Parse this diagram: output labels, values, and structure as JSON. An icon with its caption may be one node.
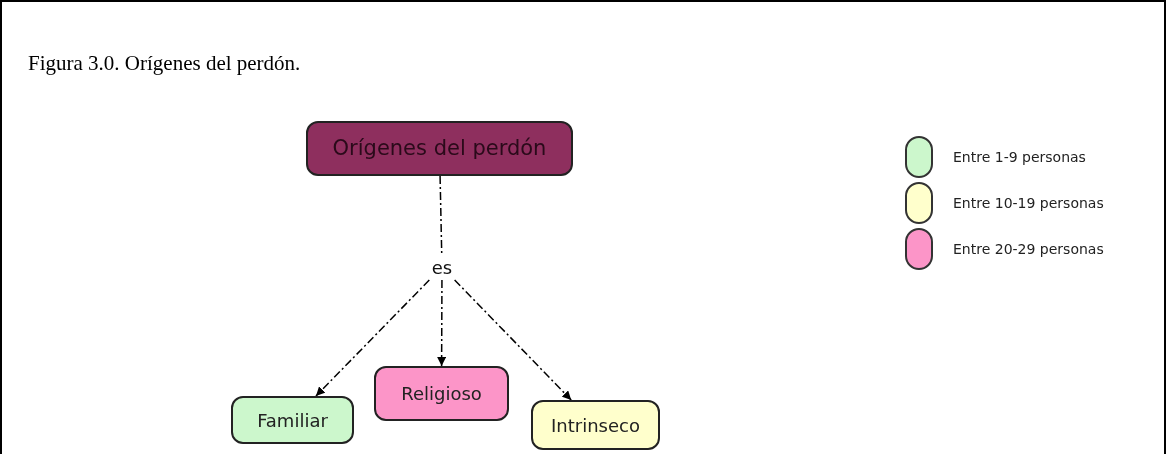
{
  "diagram": {
    "title": "Figura 3.0. Orígenes del perdón.",
    "nodes": [
      {
        "text": [
          "Orígenes del perdón"
        ]
      },
      {
        "text": [
          "es"
        ]
      },
      {
        "text": [
          "Familiar"
        ]
      },
      {
        "text": [
          "Religioso"
        ]
      },
      {
        "text": [
          "Intrinseco"
        ]
      }
    ],
    "edges": [
      {
        "from": 0,
        "to": 1,
        "arrow": "none",
        "style": "dashed"
      },
      {
        "from": 1,
        "to": 2,
        "arrow": "to",
        "style": "dashed"
      },
      {
        "from": 1,
        "to": 3,
        "arrow": "to",
        "style": "dashed"
      },
      {
        "from": 1,
        "to": 4,
        "arrow": "to",
        "style": "dashed"
      }
    ],
    "legend": [
      {
        "text": "Entre 1-9 personas",
        "color": "#ccf7cc"
      },
      {
        "text": "Entre 10-19 personas",
        "color": "#ffffcc"
      },
      {
        "text": "Entre 20-29 personas",
        "color": "#fc95c8"
      }
    ]
  }
}
